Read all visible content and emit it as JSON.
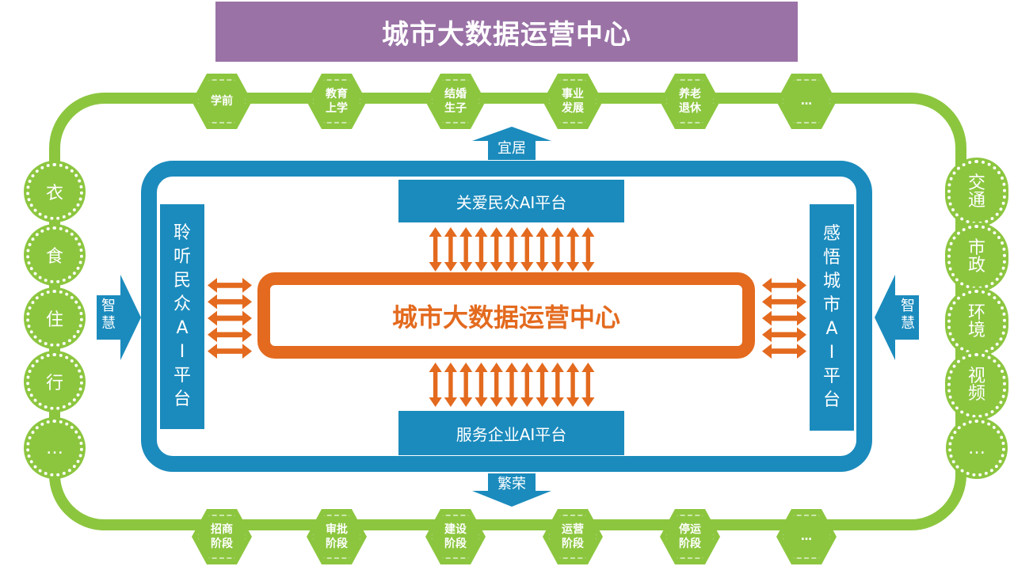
{
  "title": "城市大数据运营中心",
  "center_label": "城市大数据运营中心",
  "top_hexes": [
    "学前",
    "教育\n上学",
    "结婚\n生子",
    "事业\n发展",
    "养老\n退休",
    "…"
  ],
  "bottom_hexes": [
    "招商\n阶段",
    "审批\n阶段",
    "建设\n阶段",
    "运营\n阶段",
    "停运\n阶段",
    "…"
  ],
  "left_gears": [
    "衣",
    "食",
    "住",
    "行",
    "…"
  ],
  "right_gears": [
    [
      "交",
      "通"
    ],
    [
      "市",
      "政"
    ],
    [
      "环",
      "境"
    ],
    [
      "视",
      "频"
    ],
    [
      "…"
    ]
  ],
  "platforms": {
    "top": "关爱民众AI平台",
    "bottom": "服务企业AI平台",
    "left": [
      "聆",
      "听",
      "民",
      "众",
      "A",
      "I",
      "平",
      "台"
    ],
    "right": [
      "感",
      "悟",
      "城",
      "市",
      "A",
      "I",
      "平",
      "台"
    ]
  },
  "arrows": {
    "top": "宜居",
    "bottom": "繁荣",
    "left": [
      "智",
      "慧"
    ],
    "right": [
      "智",
      "慧"
    ]
  },
  "colors": {
    "green": "#8cc63f",
    "blue": "#1b8bbd",
    "orange": "#e36a1e",
    "purple": "#9a72a6"
  }
}
